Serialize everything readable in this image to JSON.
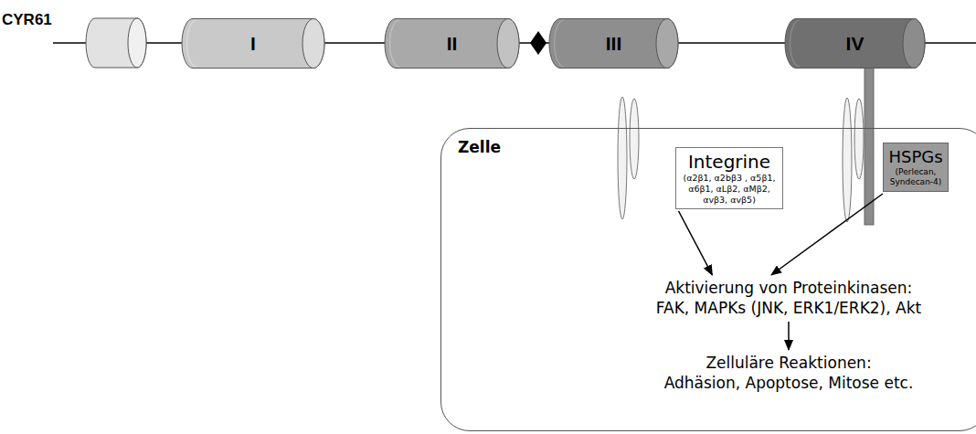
{
  "diagram": {
    "nodes": [
      {
        "text": [
          "I"
        ]
      },
      {
        "text": [
          "II"
        ]
      },
      {
        "text": [
          "III"
        ]
      },
      {
        "text": [
          "IV"
        ]
      },
      {
        "text": [
          "Zelle"
        ]
      },
      {
        "text": [
          "Integrine",
          "(α2β1, α2bβ3 , α5β1, α6β1, αLβ2, αMβ2, αvβ3, αvβ5)"
        ],
        "in": 4
      },
      {
        "text": [
          "HSPGs",
          "(Perlecan, Syndecan-4)"
        ],
        "in": 4
      },
      {
        "text": [
          "Aktivierung von Proteinkinasen:",
          "FAK, MAPKs (JNK, ERK1/ERK2), Akt"
        ],
        "in": 4
      },
      {
        "text": [
          "Zelluläre Reaktionen:",
          "Adhäsion, Apoptose, Mitose etc."
        ],
        "in": 4
      }
    ],
    "edges": [
      {
        "from": 5,
        "to": 7,
        "arrow": "to"
      },
      {
        "from": 6,
        "to": 7,
        "arrow": "to"
      },
      {
        "from": 7,
        "to": 8,
        "arrow": "to"
      }
    ],
    "labels": [
      "CYR61"
    ]
  }
}
